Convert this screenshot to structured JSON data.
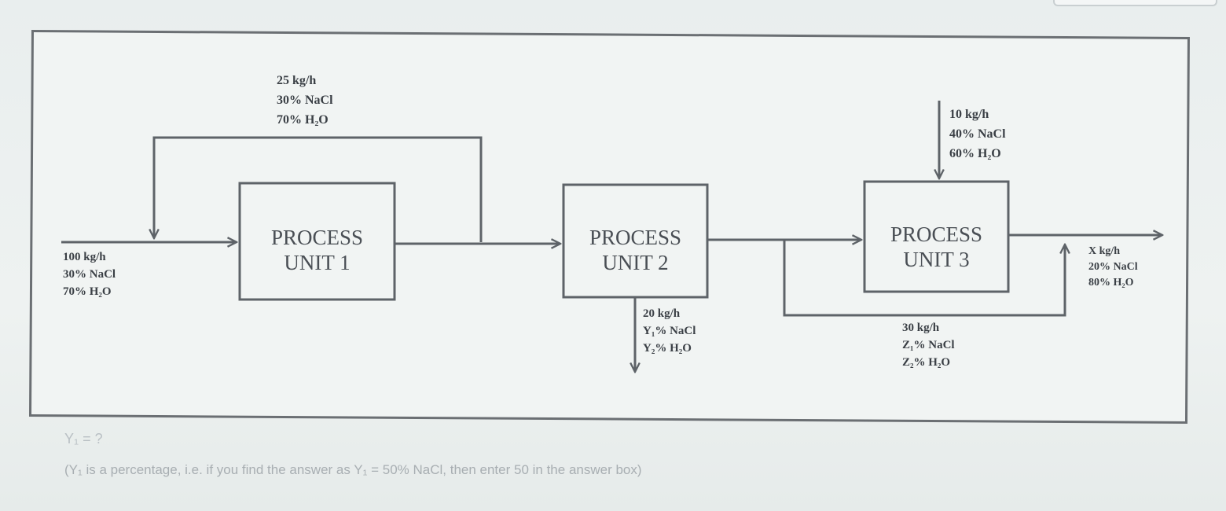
{
  "units": [
    {
      "line1": "PROCESS",
      "line2": "UNIT 1"
    },
    {
      "line1": "PROCESS",
      "line2": "UNIT 2"
    },
    {
      "line1": "PROCESS",
      "line2": "UNIT 3"
    }
  ],
  "streams": {
    "feed": [
      "100 kg/h",
      "30% NaCl",
      "70% H₂O"
    ],
    "recycle": [
      "25 kg/h",
      "30% NaCl",
      "70% H₂O"
    ],
    "unit2_bottom": [
      "20 kg/h",
      "Y₁% NaCl",
      "Y₂% H₂O"
    ],
    "unit3_top": [
      "10 kg/h",
      "40% NaCl",
      "60% H₂O"
    ],
    "bypass": [
      "30 kg/h",
      "Z₁% NaCl",
      "Z₂% H₂O"
    ],
    "product": [
      "X kg/h",
      "20% NaCl",
      "80% H₂O"
    ]
  },
  "question": "Y₁ = ?",
  "note": "(Y₁ is a percentage, i.e. if you find the answer as Y₁ = 50% NaCl, then enter 50 in the answer box)"
}
